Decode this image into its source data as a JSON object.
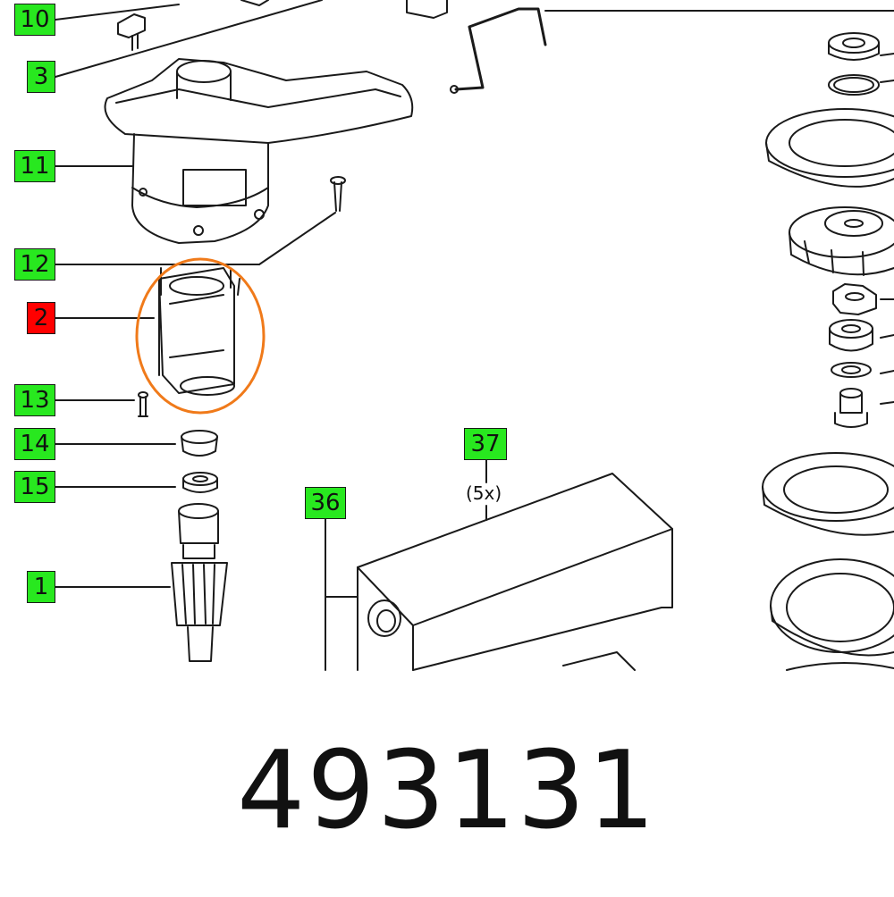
{
  "callouts": {
    "c10": "10",
    "c3": "3",
    "c11": "11",
    "c12": "12",
    "c2": "2",
    "c13": "13",
    "c14": "14",
    "c15": "15",
    "c1": "1",
    "c37": "37",
    "c36": "36"
  },
  "quantity_note": "(5x)",
  "part_number": "493131",
  "colors": {
    "callout_green": "#28e81f",
    "callout_highlight": "#ff0000",
    "highlight_ring": "#f07a1a",
    "line": "#1a1a1a"
  }
}
